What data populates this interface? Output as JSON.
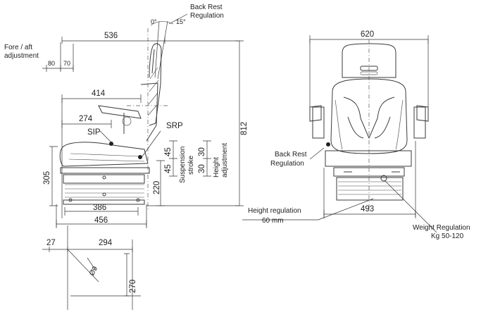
{
  "labels": {
    "back_rest_regulation": [
      "Back Rest",
      "Regulation"
    ],
    "back_rest_regulation_front": [
      "Back Rest",
      "Regulation"
    ],
    "fore_aft_adjustment": [
      "Fore / aft",
      "adjustment"
    ],
    "sip": "SIP",
    "srp": "SRP",
    "suspension_stroke": [
      "Suspension",
      "stroke"
    ],
    "height_adjustment": [
      "Height",
      "adjustment"
    ],
    "height_regulation": [
      "Height regulation",
      "60 mm"
    ],
    "weight_regulation": [
      "Weight Regulation",
      "Kg 50-120"
    ]
  },
  "angles": {
    "zero": "0°",
    "tilt": "15°"
  },
  "dimensions": {
    "d536": "536",
    "d80": "80",
    "d70": "70",
    "d414": "414",
    "d274": "274",
    "d305": "305",
    "d386": "386",
    "d456": "456",
    "d27": "27",
    "d294": "294",
    "d9": "Ø9",
    "d270": "270",
    "d812": "812",
    "d220": "220",
    "d45a": "45",
    "d45b": "45",
    "d30a": "30",
    "d30b": "30",
    "d620": "620",
    "d493": "493"
  }
}
